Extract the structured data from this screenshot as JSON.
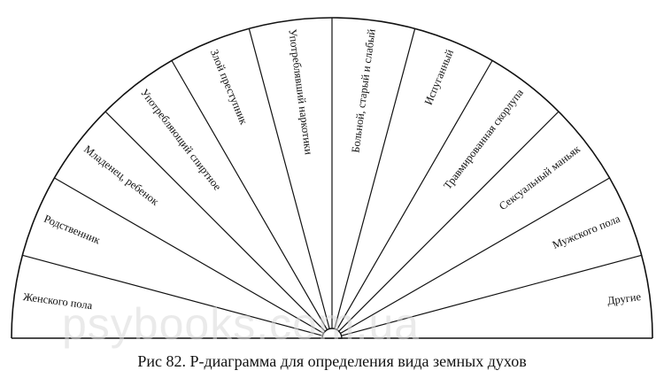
{
  "diagram": {
    "sectors": [
      {
        "label": "Женского пола"
      },
      {
        "label": "Родственник"
      },
      {
        "label": "Младенец, ребенок"
      },
      {
        "label": "Употребляющий спиртное"
      },
      {
        "label": "Злой преступник"
      },
      {
        "label": "Употреблявший наркотики"
      },
      {
        "label": "Больной, старый и слабый"
      },
      {
        "label": "Испуганный"
      },
      {
        "label": "Травмированная скорлупа"
      },
      {
        "label": "Сексуальный маньяк"
      },
      {
        "label": "Мужского пола"
      },
      {
        "label": "Другие"
      }
    ]
  },
  "watermark": "psybooks.com.ua",
  "caption": "Рис 82. Р-диаграмма для определения вида земных духов",
  "colors": {
    "ink": "#111111",
    "background": "#ffffff"
  }
}
